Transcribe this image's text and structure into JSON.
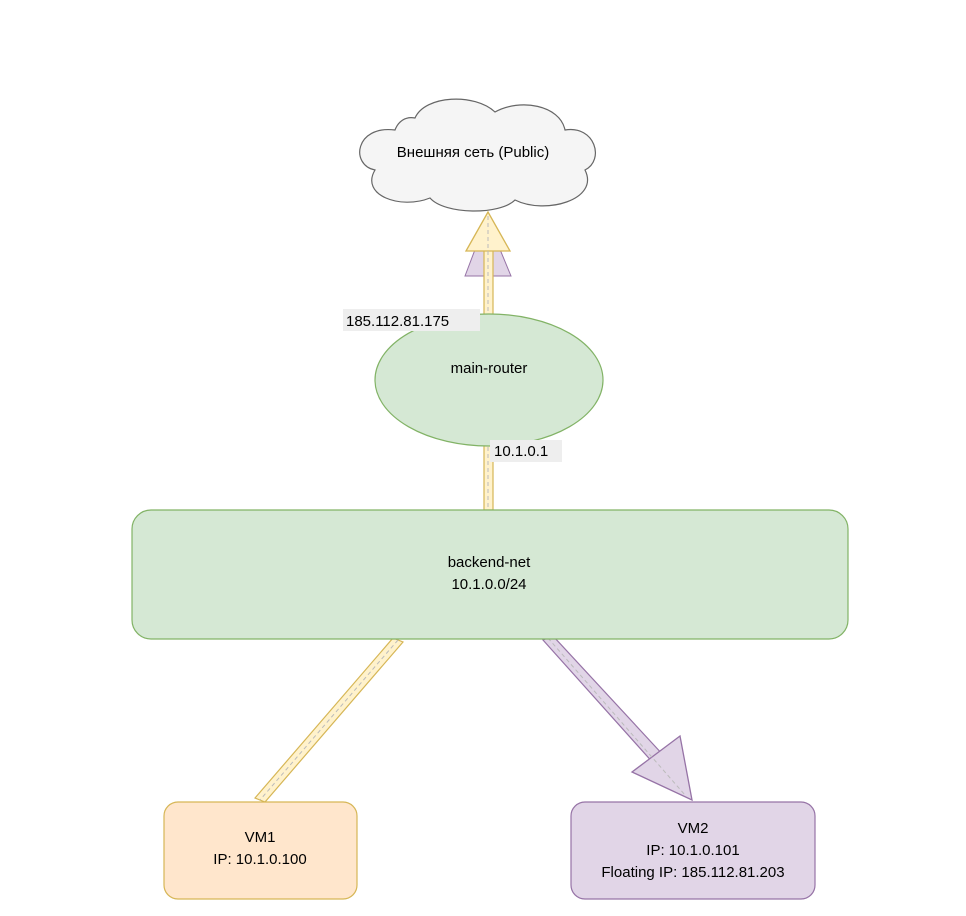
{
  "cloud": {
    "label": "Внешняя сеть (Public)",
    "fill": "#f5f5f5",
    "stroke": "#666666"
  },
  "router": {
    "label": "main-router",
    "fill": "#d5e8d4",
    "stroke": "#82b366"
  },
  "network": {
    "name": "backend-net",
    "cidr": "10.1.0.0/24",
    "fill": "#d5e8d4",
    "stroke": "#82b366"
  },
  "vm1": {
    "name": "VM1",
    "ip": "IP: 10.1.0.100",
    "fill": "#ffe6cc",
    "stroke": "#d6b656"
  },
  "vm2": {
    "name": "VM2",
    "ip": "IP: 10.1.0.101",
    "floating_ip": "Floating IP: 185.112.81.203",
    "fill": "#e1d5e7",
    "stroke": "#9673a6"
  },
  "links": {
    "router_public_ip": "185.112.81.175",
    "router_gateway_ip": "10.1.0.1",
    "orange_color": "#d6b656",
    "orange_fill": "#fff2cc",
    "purple_color": "#9673a6",
    "purple_fill": "#e1d5e7"
  }
}
